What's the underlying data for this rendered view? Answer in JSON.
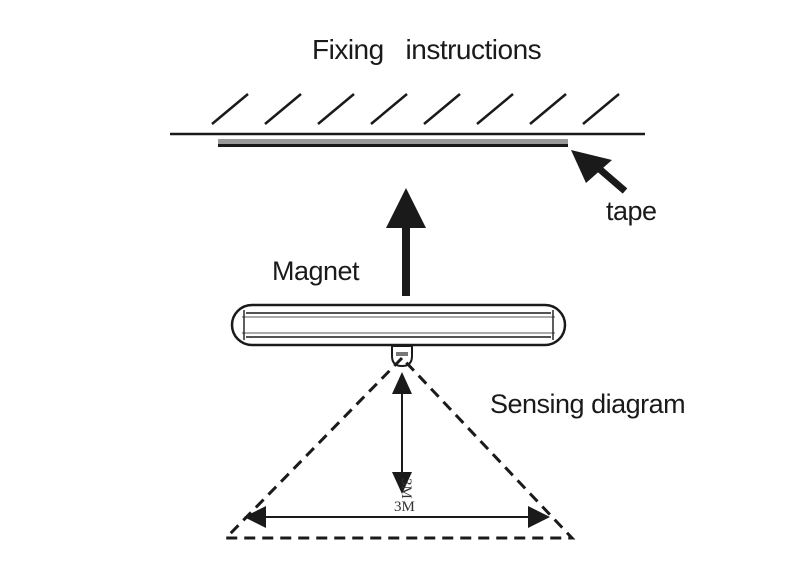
{
  "title": "Fixing   instructions",
  "labels": {
    "tape": "tape",
    "magnet": "Magnet",
    "sensing": "Sensing diagram"
  },
  "distances": {
    "vertical": "3M",
    "horizontal": "3M"
  },
  "colors": {
    "ink": "#1a1a1a",
    "tape_gray": "#9a9a9a"
  }
}
